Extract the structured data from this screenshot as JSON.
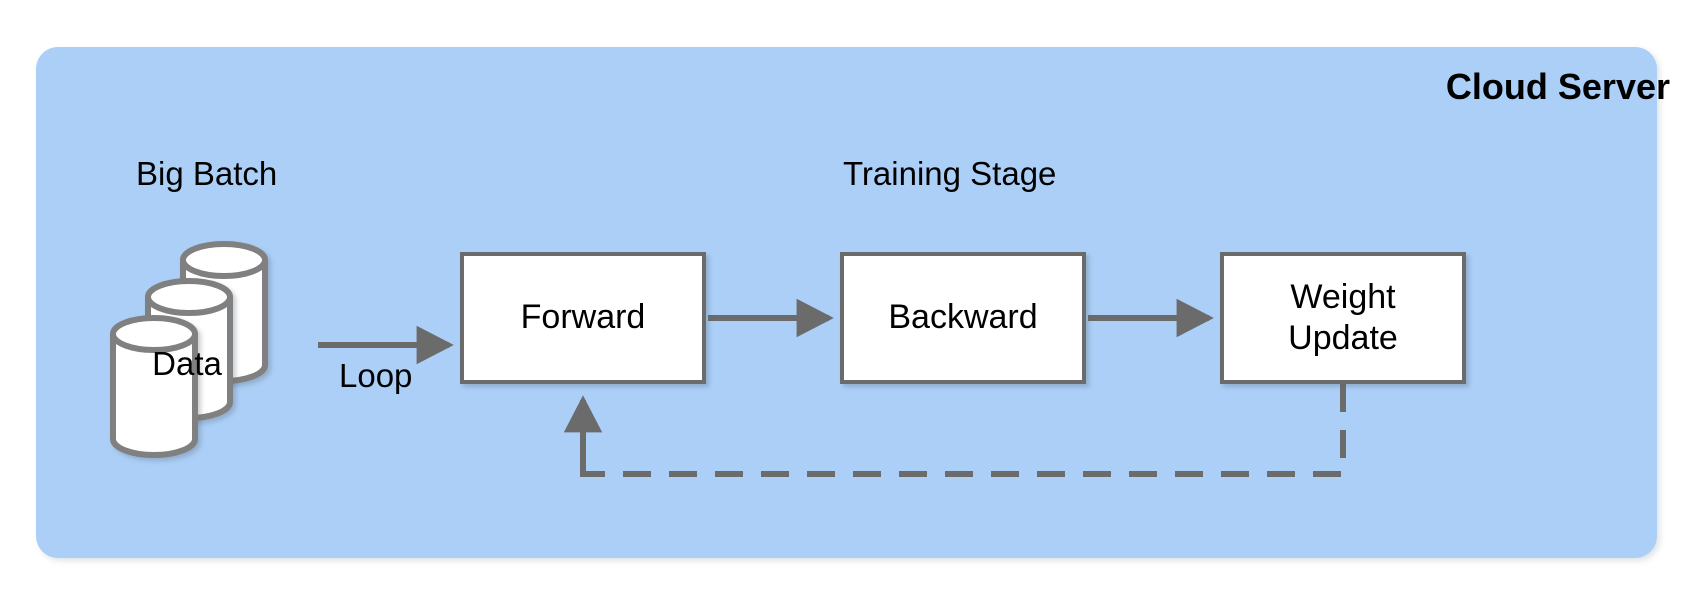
{
  "diagram": {
    "panel": {
      "title": "Cloud Server",
      "fill_color": "#abcff7"
    },
    "labels": {
      "big_batch": "Big Batch",
      "training_stage": "Training Stage",
      "loop": "Loop"
    },
    "datastore": {
      "label": "Data",
      "stack_count": 3,
      "icon": "database-cylinder-icon"
    },
    "nodes": [
      {
        "id": "forward",
        "label": "Forward"
      },
      {
        "id": "backward",
        "label": "Backward"
      },
      {
        "id": "weight",
        "label": "Weight\nUpdate",
        "line1": "Weight",
        "line2": "Update"
      }
    ],
    "edges": [
      {
        "from": "data",
        "to": "forward",
        "style": "solid",
        "label": "Loop"
      },
      {
        "from": "forward",
        "to": "backward",
        "style": "solid",
        "label": ""
      },
      {
        "from": "backward",
        "to": "weight",
        "style": "solid",
        "label": ""
      },
      {
        "from": "weight",
        "to": "forward",
        "style": "dashed",
        "label": ""
      }
    ],
    "colors": {
      "stroke": "#6b6b6b",
      "node_fill": "#ffffff",
      "text": "#000000",
      "background": "#ffffff"
    }
  }
}
